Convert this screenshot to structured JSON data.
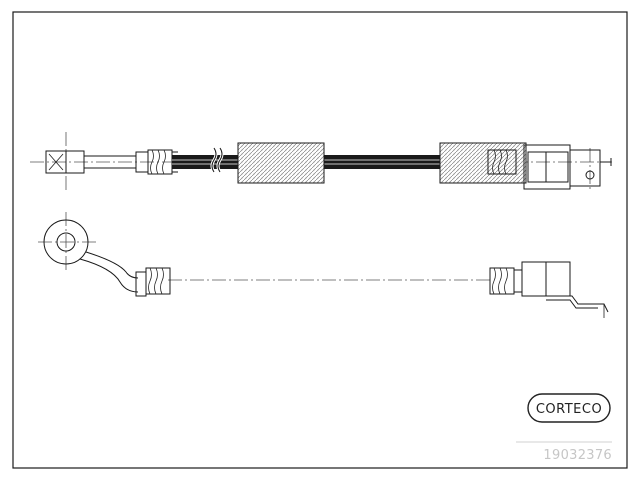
{
  "brand": {
    "name": "CORTECO",
    "color": "#222222"
  },
  "part_number": {
    "text": "19032376",
    "color": "#c6c6c6"
  },
  "diagram": {
    "subject": "brake hose technical drawing",
    "views": [
      "side view",
      "plan view"
    ],
    "line_color": "#1a1a1a"
  }
}
